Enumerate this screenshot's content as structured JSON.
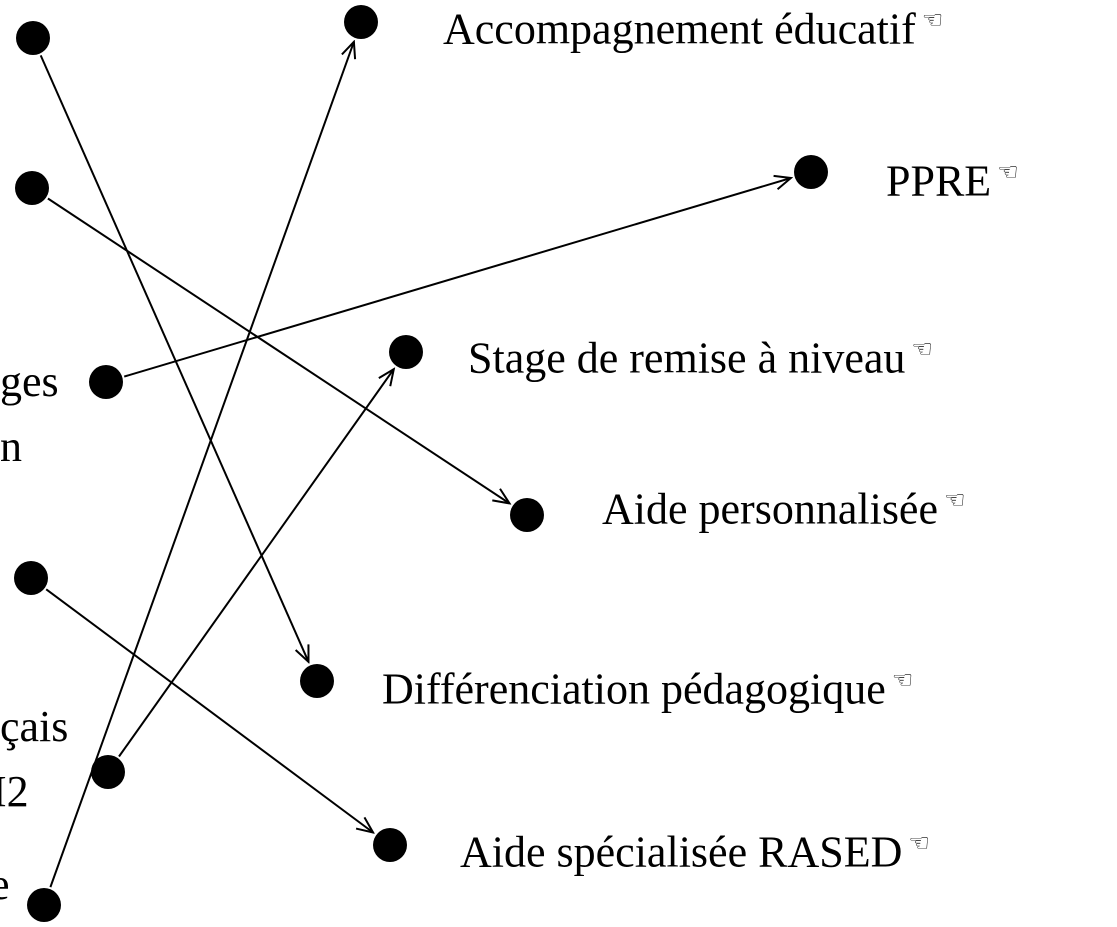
{
  "colors": {
    "ink": "#000000",
    "background": "#ffffff"
  },
  "right_labels": [
    {
      "id": "accompagnement",
      "text": "Accompagnement éducatif",
      "icon": "pointing-hand-icon",
      "glyph": "☜"
    },
    {
      "id": "ppre",
      "text": "PPRE",
      "icon": "pointing-hand-icon",
      "glyph": "☜"
    },
    {
      "id": "stage",
      "text": "Stage de remise à niveau",
      "icon": "pointing-hand-icon",
      "glyph": "☜"
    },
    {
      "id": "aide-perso",
      "text": "Aide personnalisée",
      "icon": "pointing-hand-icon",
      "glyph": "☜"
    },
    {
      "id": "differenciation",
      "text": "Différenciation pédagogique",
      "icon": "pointing-hand-icon",
      "glyph": "☜"
    },
    {
      "id": "rased",
      "text": "Aide spécialisée RASED",
      "icon": "pointing-hand-icon",
      "glyph": "☜"
    }
  ],
  "left_fragments": [
    {
      "id": "frag-ges",
      "text": "ges"
    },
    {
      "id": "frag-n",
      "text": "n"
    },
    {
      "id": "frag-cais",
      "text": "çais"
    },
    {
      "id": "frag-12",
      "text": "I2"
    },
    {
      "id": "frag-e",
      "text": "e"
    }
  ],
  "connections": [
    {
      "from": "left-1",
      "to": "differenciation"
    },
    {
      "from": "left-2",
      "to": "aide-perso"
    },
    {
      "from": "left-3",
      "to": "ppre"
    },
    {
      "from": "left-4",
      "to": "rased"
    },
    {
      "from": "left-5",
      "to": "stage"
    },
    {
      "from": "left-6",
      "to": "accompagnement"
    }
  ]
}
